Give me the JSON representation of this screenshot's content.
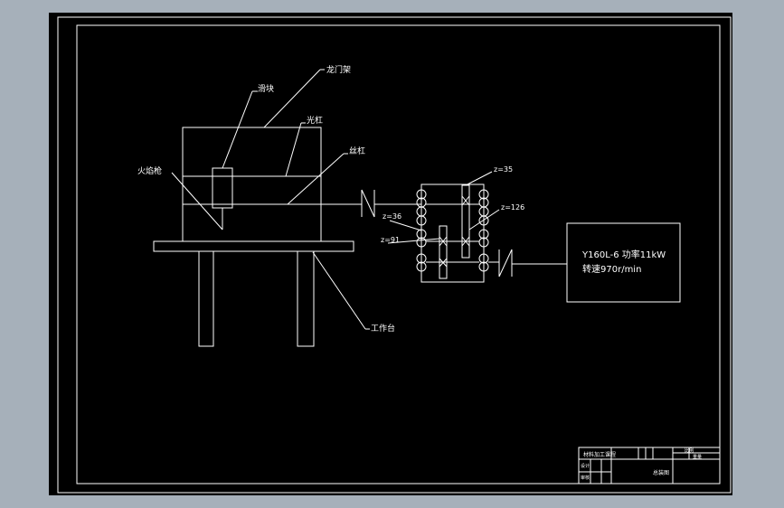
{
  "labels": {
    "gantry": "龙门架",
    "slider": "滑块",
    "guide_rod": "光杠",
    "lead_screw": "丝杠",
    "torch": "火焰枪",
    "worktable": "工作台",
    "gear_z35": "z=35",
    "gear_z126": "z=126",
    "gear_z36": "z=36",
    "gear_z91": "z=91"
  },
  "motor": {
    "line1": "Y160L-6 功率11kW",
    "line2": "转速970r/min"
  },
  "title_block": {
    "designer": "材料加工课程",
    "cell_top_right": "比例",
    "cell_mid_right": "重量",
    "cell_left_a": "设计",
    "cell_left_b": "审核",
    "cell_center": "总装图"
  }
}
